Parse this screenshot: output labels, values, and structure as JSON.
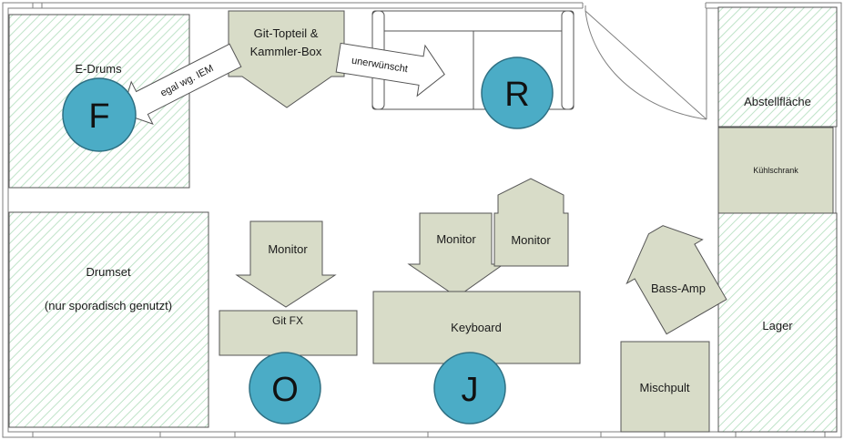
{
  "colors": {
    "wall": "#7f7f7f",
    "box_fill": "#d8dcc8",
    "box_stroke": "#555555",
    "hatch": "#bfe3c8",
    "person_fill": "#4bacc6",
    "person_stroke": "#2e6f82"
  },
  "zones": {
    "edrums": "E-Drums",
    "drumset": "Drumset",
    "drumset_note": "(nur sporadisch genutzt)",
    "abstellflaeche": "Abstellfläche",
    "lager": "Lager"
  },
  "equipment": {
    "git_topteil_line1": "Git-Topteil &",
    "git_topteil_line2": "Kammler-Box",
    "arrow_left": "egal wg. IEM",
    "arrow_right": "unerwünscht",
    "monitor_git": "Monitor",
    "git_fx": "Git FX",
    "monitor_keys_1": "Monitor",
    "monitor_keys_2": "Monitor",
    "keyboard": "Keyboard",
    "kuehlschrank": "Kühlschrank",
    "bass_amp": "Bass-Amp",
    "mischpult": "Mischpult"
  },
  "persons": {
    "f": "F",
    "r": "R",
    "o": "O",
    "j": "J"
  }
}
